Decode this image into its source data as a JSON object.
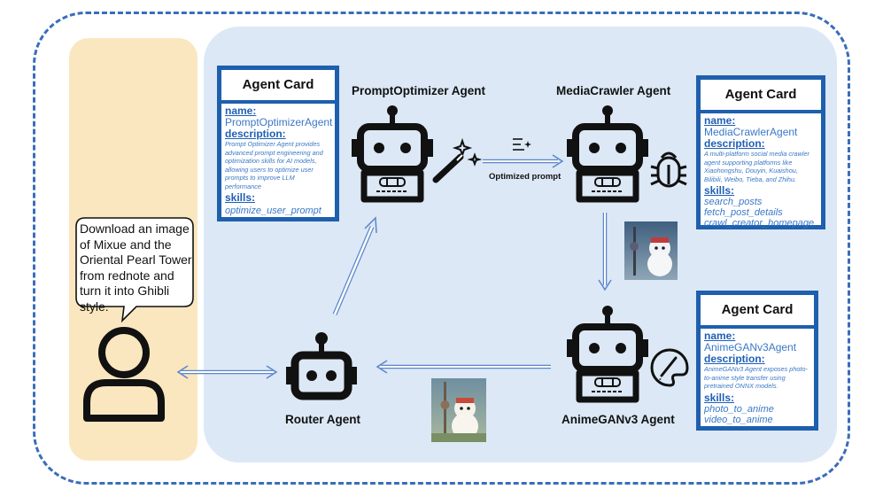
{
  "user_bubble": "Download an image of Mixue and the Oriental Pearl Tower from rednote and turn it into Ghibli style.",
  "agents": {
    "prompt_optimizer": "PromptOptimizer Agent",
    "media_crawler": "MediaCrawler Agent",
    "router": "Router Agent",
    "anime": "AnimeGANv3 Agent"
  },
  "edge_label": "Optimized prompt",
  "cards": [
    {
      "header": "Agent Card",
      "name_key": "name:",
      "name": "PromptOptimizerAgent",
      "desc_key": "description:",
      "description": "Prompt Optimizer Agent provides advanced prompt engineering and optimization skills for AI models, allowing users to optimize user prompts to improve LLM performance",
      "skills_key": "skills:",
      "skills": [
        "optimize_user_prompt"
      ]
    },
    {
      "header": "Agent Card",
      "name_key": "name:",
      "name": "MediaCrawlerAgent",
      "desc_key": "description:",
      "description": "A multi-platform social media crawler agent supporting platforms like Xiaohongshu, Douyin, Kuaishou, Bilibili, Weibo, Tieba, and Zhihu.",
      "skills_key": "skills:",
      "skills": [
        "search_posts",
        "fetch_post_details",
        "crawl_creator_homepage"
      ]
    },
    {
      "header": "Agent Card",
      "name_key": "name:",
      "name": "AnimeGANv3Agent",
      "desc_key": "description:",
      "description": "AnimeGANv3 Agent exposes photo-to-anime style transfer using pretrained ONNX models.",
      "skills_key": "skills:",
      "skills": [
        "photo_to_anime",
        "video_to_anime"
      ]
    }
  ],
  "colors": {
    "outer_dash": "#3a6dbb",
    "left_panel": "#fae7c0",
    "main_panel": "#dce8f6",
    "card_border": "#1e5fae",
    "arrow": "#5b86c9"
  }
}
